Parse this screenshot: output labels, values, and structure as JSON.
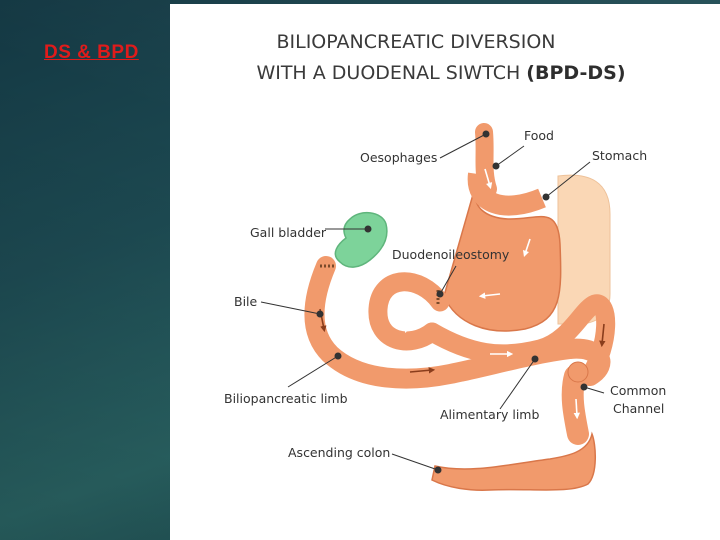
{
  "slide": {
    "title": "DS & BPD"
  },
  "diagram": {
    "title_line1": "BILIOPANCREATIC DIVERSION",
    "title_line2_prefix": "WITH A DUODENAL SIWTCH ",
    "title_line2_bold": "(BPD-DS)",
    "labels": {
      "food": "Food",
      "oesophages": "Oesophages",
      "stomach": "Stomach",
      "gall_bladder": "Gall bladder",
      "duodenoileostomy": "Duodenoileostomy",
      "bile": "Bile",
      "biliopancreatic_limb": "Biliopancreatic limb",
      "alimentary_limb": "Alimentary limb",
      "common_line1": "Common",
      "common_line2": "Channel",
      "ascending_colon": "Ascending colon"
    },
    "colors": {
      "organ": "#f19a6c",
      "organ_dark": "#d9774a",
      "stomach_removed": "#fad7b5",
      "gall_bladder": "#7dd39a",
      "title_red": "#e01b1b"
    }
  }
}
